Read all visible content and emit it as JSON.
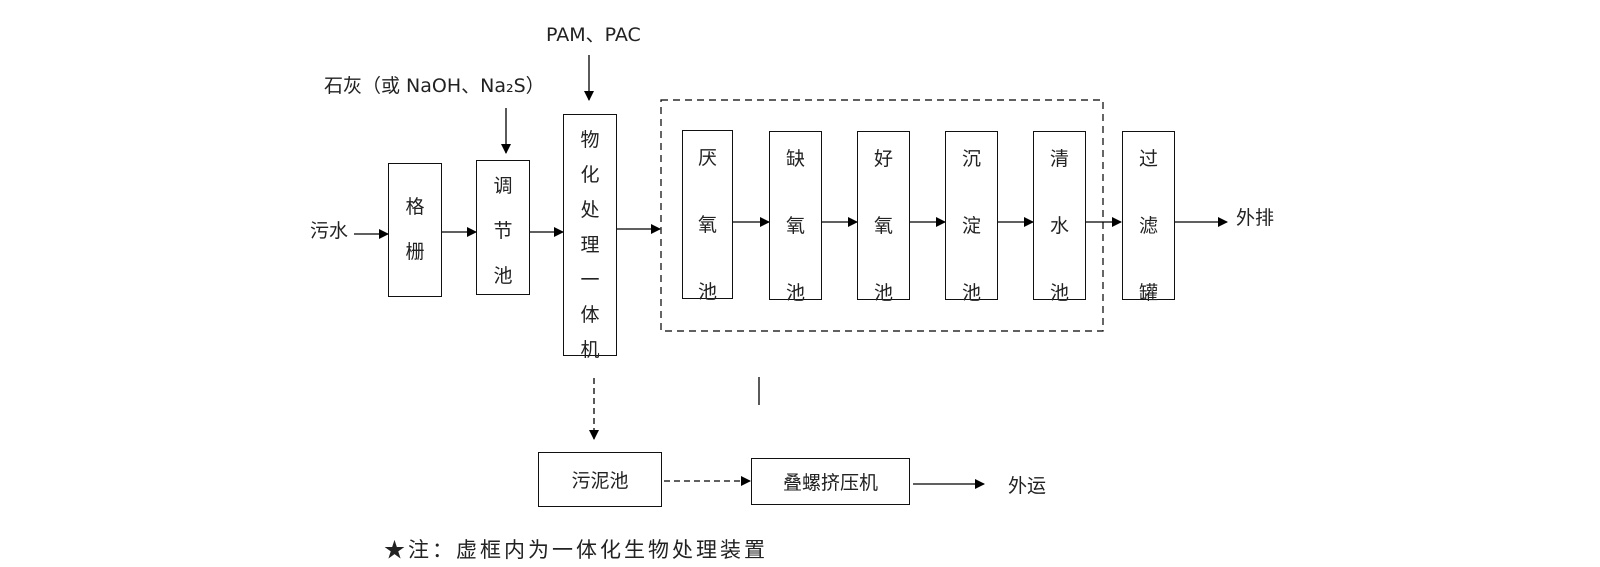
{
  "diagram": {
    "inputs": {
      "raw_water": "污水",
      "alkali_reagent": "石灰（或 NaOH、Na₂S）",
      "flocculant_reagent": "PAM、PAC"
    },
    "main_line": {
      "grille": [
        "格",
        "栅"
      ],
      "regulating_tank": [
        "调",
        "节",
        "池"
      ],
      "physchem_unit": [
        "物",
        "化",
        "处",
        "理",
        "一",
        "体",
        "机"
      ]
    },
    "bio_unit": {
      "anaerobic_tank": [
        "厌",
        "氧",
        "池"
      ],
      "anoxic_tank": [
        "缺",
        "氧",
        "池"
      ],
      "aerobic_tank": [
        "好",
        "氧",
        "池"
      ],
      "sedimentation_tank": [
        "沉",
        "淀",
        "池"
      ],
      "clear_water_tank": [
        "清",
        "水",
        "池"
      ]
    },
    "filter_tank": [
      "过",
      "滤",
      "罐"
    ],
    "discharge": "外排",
    "sludge_line": {
      "sludge_tank": "污泥池",
      "screw_press": "叠螺挤压机",
      "transport_out": "外运"
    },
    "note": "★注：虚框内为一体化生物处理装置"
  }
}
